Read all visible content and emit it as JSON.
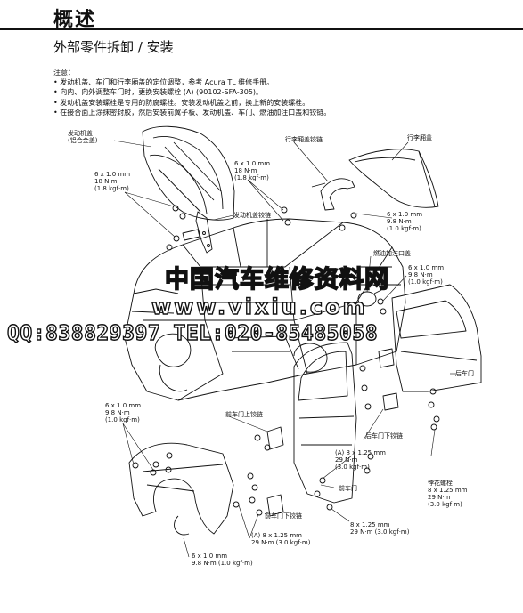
{
  "header": {
    "title": "概述"
  },
  "section": {
    "title": "外部零件拆卸 / 安装"
  },
  "notes": {
    "heading": "注意：",
    "items": [
      "• 发动机盖、车门和行李厢盖的定位调整，参考 Acura TL 维修手册。",
      "• 向内、向外调整车门时，更换安装螺栓 (A) (90102-SFA-305)。",
      "• 发动机盖安装螺栓是专用的防腐螺栓。安装发动机盖之前，换上新的安装螺栓。",
      "• 在接合面上涂抹密封胶，然后安装前翼子板、发动机盖、车门、燃油加注口盖和铰链。"
    ]
  },
  "labels": {
    "hood": "发动机盖\n(铝合金盖)",
    "hood_torque": "6 x 1.0 mm\n18 N·m\n(1.8 kgf·m)",
    "hood_hinge_torque": "6 x 1.0 mm\n18 N·m\n(1.8 kgf·m)",
    "hood_hinge": "发动机盖铰链",
    "trunk_hinge": "行李厢盖铰链",
    "trunk_lid": "行李厢盖",
    "trunk_torque": "6 x 1.0 mm\n9.8 N·m\n(1.0 kgf·m)",
    "fuel_lid": "燃油加注口盖",
    "fuel_torque": "6 x 1.0 mm\n9.8 N·m\n(1.0 kgf·m)",
    "rear_door": "后车门",
    "fender_torque": "6 x 1.0 mm\n9.8 N·m\n(1.0 kgf·m)",
    "front_upper_hinge": "前车门上铰链",
    "rear_lower_hinge": "后车门下铰链",
    "a_bolt": "(A) 8 x 1.25 mm\n29 N·m\n(3.0 kgf·m)",
    "front_door": "前车门",
    "stud_bolt": "悖花螺栓\n8 x 1.25 mm\n29 N·m\n(3.0 kgf·m)",
    "front_lower_hinge": "前车门下铰链",
    "a_bolt2": "(A) 8 x 1.25 mm\n29 N·m (3.0 kgf·m)",
    "bolt_8": "8 x 1.25 mm\n29 N·m (3.0 kgf·m)",
    "fender_bottom": "6 x 1.0 mm\n9.8 N·m (1.0 kgf·m)"
  },
  "watermark": {
    "line1": "中国汽车维修资料网",
    "line2": "www.vixiu.com",
    "line3": "QQ:838829397 TEL:020-85485058"
  }
}
